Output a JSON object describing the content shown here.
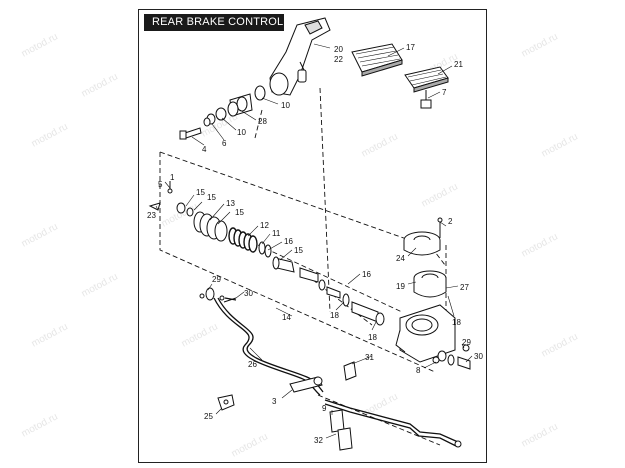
{
  "title": "REAR BRAKE CONTROL",
  "watermark": "motod.ru",
  "callouts": {
    "c1": "1",
    "c2": "2",
    "c3": "3",
    "c4": "4",
    "c5": "5",
    "c6": "6",
    "c7": "7",
    "c8": "8",
    "c9": "9",
    "c10a": "10",
    "c10b": "10",
    "c11": "11",
    "c12": "12",
    "c13": "13",
    "c14": "14",
    "c15a": "15",
    "c15b": "15",
    "c15c": "15",
    "c15d": "15",
    "c16a": "16",
    "c16b": "16",
    "c17": "17",
    "c18a": "18",
    "c18b": "18",
    "c18c": "18",
    "c19": "19",
    "c20": "20",
    "c21": "21",
    "c22": "22",
    "c23": "23",
    "c24": "24",
    "c25": "25",
    "c26": "26",
    "c27": "27",
    "c28": "28",
    "c29a": "29",
    "c29b": "29",
    "c30a": "30",
    "c30b": "30",
    "c31": "31",
    "c32": "32"
  }
}
